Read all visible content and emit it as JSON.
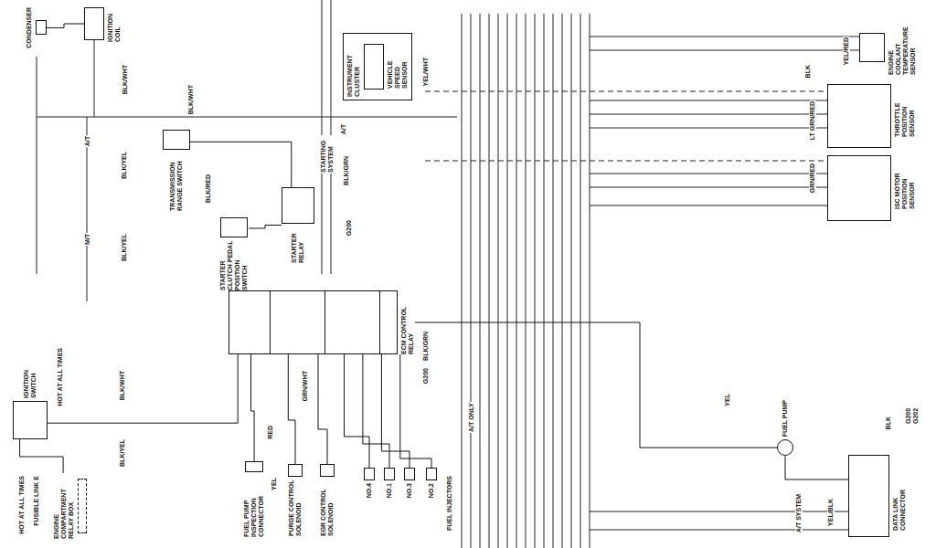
{
  "diagram": {
    "nodes": [
      {
        "text": [
          "CONDENSER"
        ]
      },
      {
        "text": [
          "IGNITION COIL"
        ]
      },
      {
        "text": [
          "INSTRUMENT CLUSTER"
        ]
      },
      {
        "text": [
          "VEHICLE SPEED SENSOR"
        ],
        "in": 2
      },
      {
        "text": [
          "ENGINE COOLANT TEMPERATURE SENSOR"
        ]
      },
      {
        "text": [
          "THROTTLE POSITION SENSOR"
        ]
      },
      {
        "text": [
          "ISC MOTOR POSITION SENSOR"
        ]
      },
      {
        "text": [
          "TRANSMISSION RANGE SWITCH"
        ]
      },
      {
        "text": [
          "STARTER CLUTCH PEDAL POSITION SWITCH"
        ]
      },
      {
        "text": [
          "STARTER RELAY"
        ]
      },
      {
        "text": [
          "ECM CONTROL RELAY"
        ]
      },
      {
        "text": [
          "IGNITION SWITCH"
        ]
      },
      {
        "text": [
          "ENGINE COMPARTMENT RELAY BOX"
        ]
      },
      {
        "text": [
          "FUEL PUMP INSPECTION CONNECTOR"
        ]
      },
      {
        "text": [
          "PURGE CONTROL SOLENOID"
        ]
      },
      {
        "text": [
          "EGR CONTROL SOLENOID"
        ]
      },
      {
        "text": [
          "NO.4"
        ]
      },
      {
        "text": [
          "NO.1"
        ]
      },
      {
        "text": [
          "NO.3"
        ]
      },
      {
        "text": [
          "NO.2"
        ]
      },
      {
        "text": [
          "FUEL PUMP"
        ]
      },
      {
        "text": [
          "DATA LINK CONNECTOR"
        ]
      }
    ],
    "edges": [
      {
        "from": 1,
        "to": 0,
        "arrow": "none"
      },
      {
        "from": 11,
        "to": 10,
        "arrow": "none"
      },
      {
        "from": 7,
        "to": 9,
        "arrow": "none"
      },
      {
        "from": 8,
        "to": 9,
        "arrow": "none"
      },
      {
        "from": 10,
        "to": 20,
        "arrow": "none"
      },
      {
        "from": 10,
        "to": 13,
        "arrow": "none"
      },
      {
        "from": 10,
        "to": 14,
        "arrow": "none"
      },
      {
        "from": 10,
        "to": 15,
        "arrow": "none"
      },
      {
        "from": 10,
        "to": 16,
        "arrow": "none"
      },
      {
        "from": 10,
        "to": 17,
        "arrow": "none"
      },
      {
        "from": 10,
        "to": 18,
        "arrow": "none"
      },
      {
        "from": 10,
        "to": 19,
        "arrow": "none"
      },
      {
        "from": 12,
        "to": 11,
        "arrow": "none"
      },
      {
        "from": 20,
        "to": 21,
        "arrow": "none"
      }
    ],
    "labels": [
      "BLK/WHT",
      "A/T",
      "BLK/YEL",
      "M/T",
      "BLK/YEL",
      "BLK/RED",
      "STARTING SYSTEM",
      "A/T",
      "BLK/GRN",
      "G200",
      "YEL/WHT",
      "BLK/GRN",
      "G200",
      "HOT AT ALL TIMES",
      "BLK/WHT",
      "BLK/YEL",
      "HOT AT ALL TIMES",
      "FUSIBLE LINK E",
      "RED",
      "GRN/WHT",
      "YEL",
      "FUEL INJECTORS",
      "A/T ONLY",
      "YEL",
      "YEL/BLK",
      "A/T SYSTEM",
      "G200 G202",
      "BLK",
      "LT GRN/RED",
      "GRN/RED",
      "YEL/RED",
      "BLK",
      "BLK/WHT"
    ]
  }
}
